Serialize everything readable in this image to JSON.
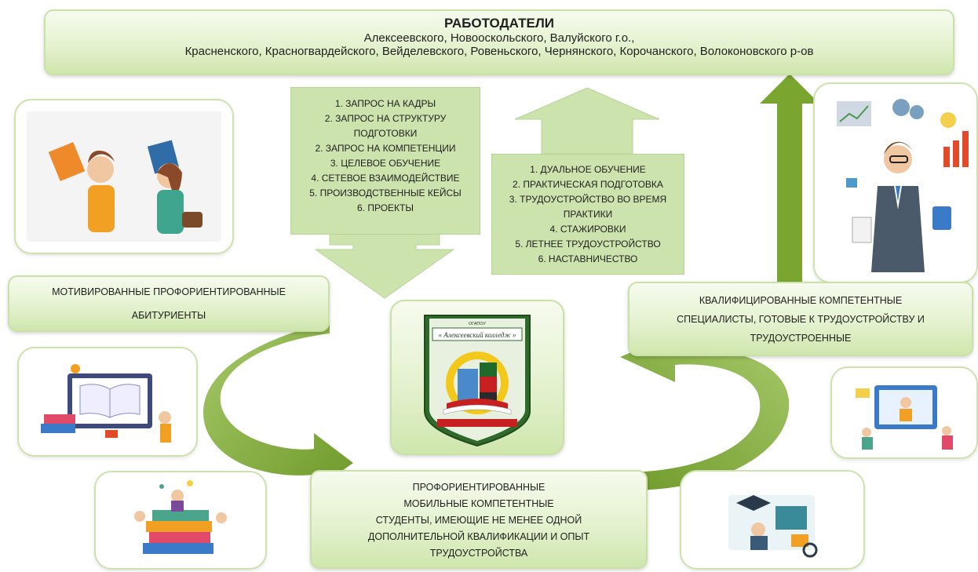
{
  "employers": {
    "title": "РАБОТОДАТЕЛИ",
    "line2": "Алексеевского, Новооскольского, Валуйского г.о.,",
    "line3": "Красненского,  Красногвардейского,  Вейделевского, Ровеньского,  Чернянского, Корочанского, Волоконовского р-ов"
  },
  "requests": [
    "1. ЗАПРОС НА КАДРЫ",
    "2. ЗАПРОС НА СТРУКТУРУ",
    "ПОДГОТОВКИ",
    "2. ЗАПРОС НА КОМПЕТЕНЦИИ",
    "3. ЦЕЛЕВОЕ ОБУЧЕНИЕ",
    "4. СЕТЕВОЕ ВЗАИМОДЕЙСТВИЕ",
    "5. ПРОИЗВОДСТВЕННЫЕ КЕЙСЫ",
    "6. ПРОЕКТЫ"
  ],
  "practice": [
    "1. ДУАЛЬНОЕ ОБУЧЕНИЕ",
    "2. ПРАКТИЧЕСКАЯ ПОДГОТОВКА",
    "3. ТРУДОУСТРОЙСТВО ВО ВРЕМЯ",
    "ПРАКТИКИ",
    "4. СТАЖИРОВКИ",
    "5. ЛЕТНЕЕ ТРУДОУСТРОЙСТВО",
    "6. НАСТАВНИЧЕСТВО"
  ],
  "applicants": {
    "line1": "МОТИВИРОВАННЫЕ  ПРОФОРИЕНТИРОВАННЫЕ",
    "line2": "АБИТУРИЕНТЫ"
  },
  "specialists": {
    "line1": "КВАЛИФИЦИРОВАННЫЕ КОМПЕТЕНТНЫЕ",
    "line2": "СПЕЦИАЛИСТЫ, ГОТОВЫЕ К ТРУДОУСТРОЙСТВУ И",
    "line3": "ТРУДОУСТРОЕННЫЕ"
  },
  "students": {
    "line1": "ПРОФОРИЕНТИРОВАННЫЕ",
    "line2": "МОБИЛЬНЫЕ КОМПЕТЕНТНЫЕ",
    "line3": "СТУДЕНТЫ, ИМЕЮЩИЕ НЕ МЕНЕЕ ОДНОЙ",
    "line4": "ДОПОЛНИТЕЛЬНОЙ КВАЛИФИКАЦИИ И ОПЫТ",
    "line5": "ТРУДОУСТРОЙСТВА"
  },
  "logo": {
    "top": "ОГАПОУ",
    "name": "« Алексеевский колледж »"
  },
  "colors": {
    "arrow": "#7aa52f",
    "arrow_light": "#cde3ad",
    "box_border": "#c9e0a6"
  }
}
